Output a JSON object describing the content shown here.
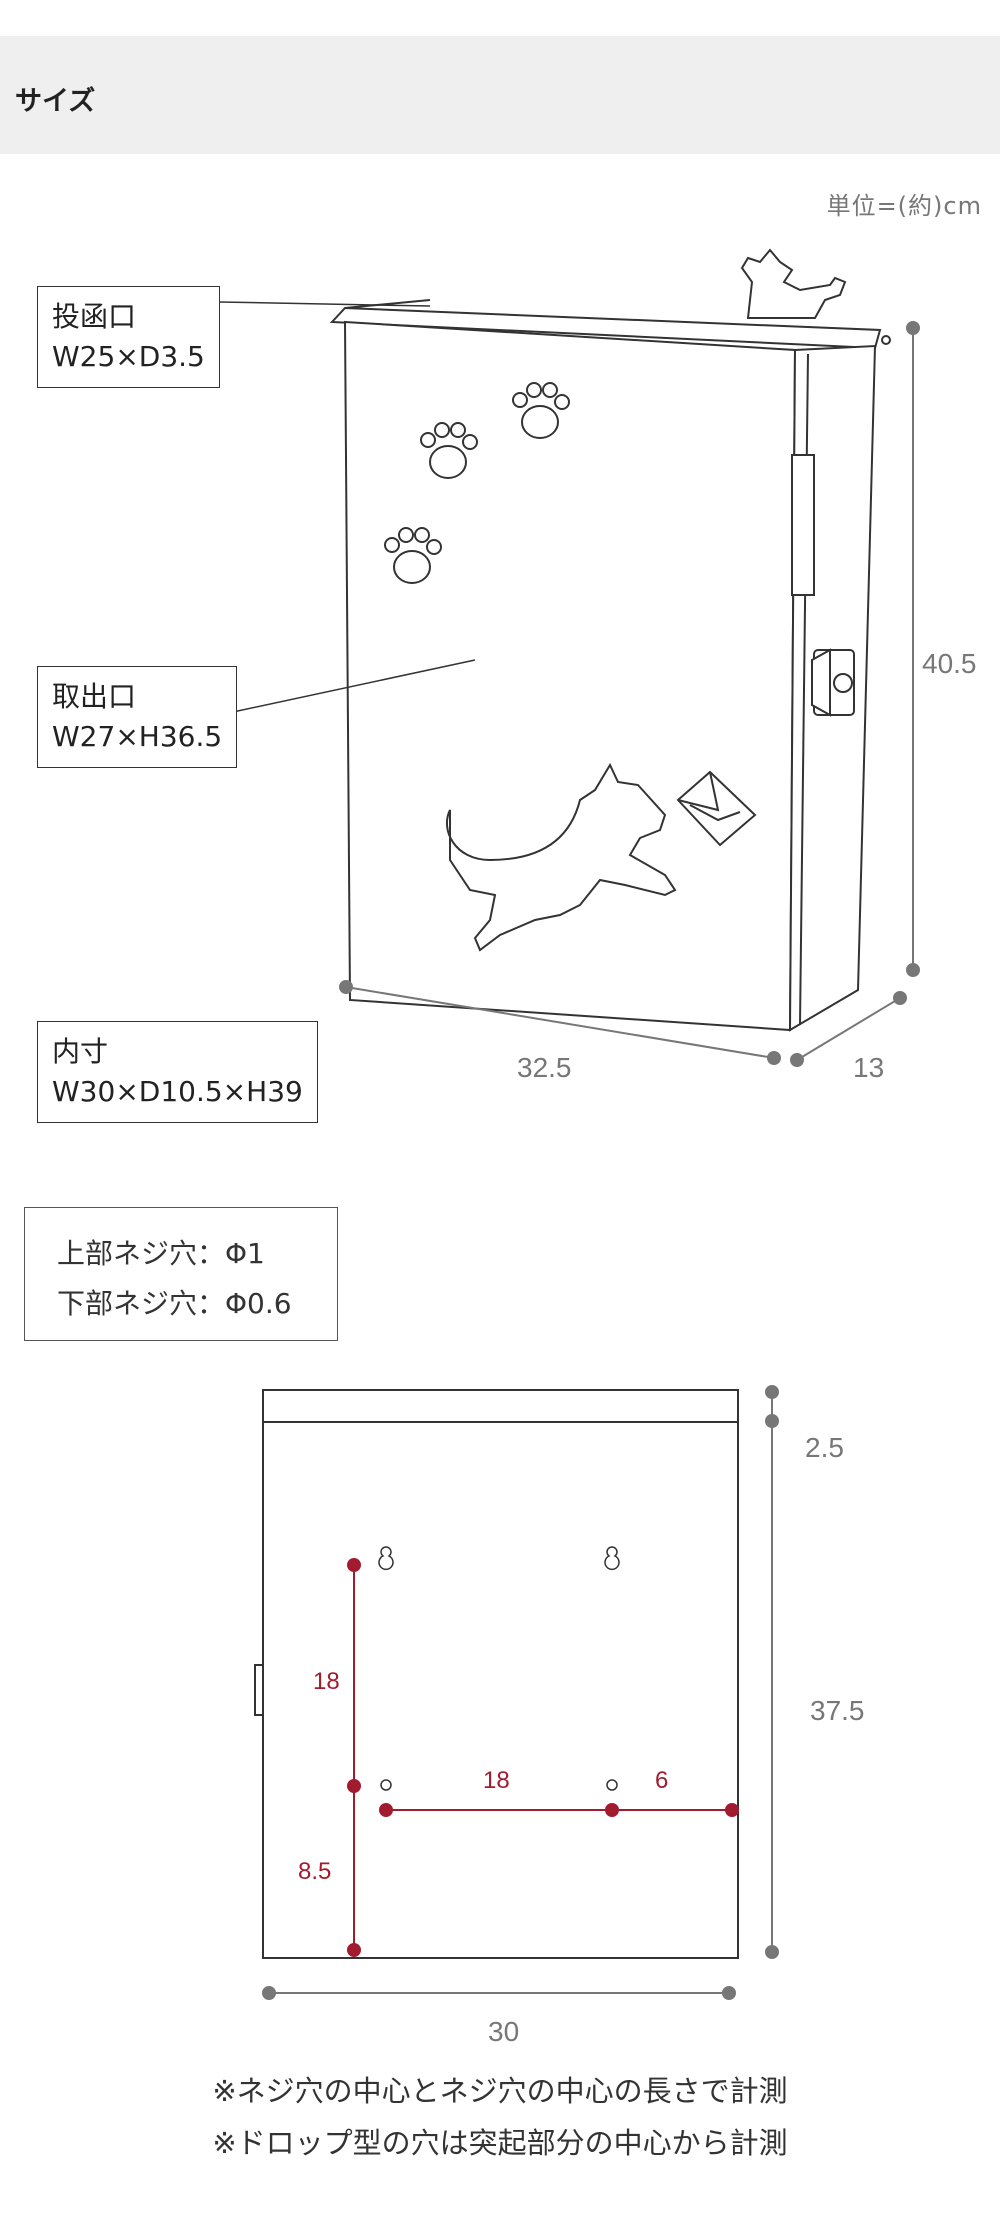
{
  "section": {
    "title": "サイズ"
  },
  "unit_label": "単位=(約)cm",
  "callouts": {
    "slot": {
      "title": "投函口",
      "value": "W25×D3.5"
    },
    "takeout": {
      "title": "取出口",
      "value": "W27×H36.5"
    },
    "inner": {
      "title": "内寸",
      "value": "W30×D10.5×H39"
    }
  },
  "dimensions": {
    "width": "32.5",
    "depth": "13",
    "height": "40.5"
  },
  "screw_info": {
    "upper": "上部ネジ穴：Φ1",
    "lower": "下部ネジ穴：Φ0.6"
  },
  "back_dimensions": {
    "width": "30",
    "top_band": "2.5",
    "body_height": "37.5",
    "hole_vertical": "18",
    "hole_horizontal": "18",
    "right_offset": "6",
    "bottom_offset": "8.5"
  },
  "notes": [
    "※ネジ穴の中心とネジ穴の中心の長さで計測",
    "※ドロップ型の穴は突起部分の中心から計測"
  ],
  "colors": {
    "header_bg": "#efefef",
    "dim_gray": "#777777",
    "dim_red": "#a31b2e"
  }
}
